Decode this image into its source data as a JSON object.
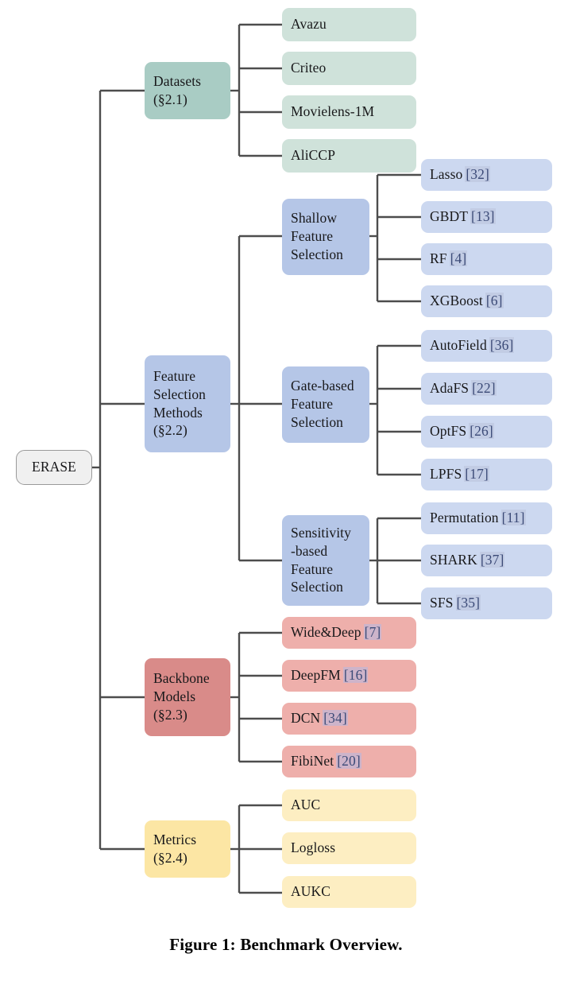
{
  "figure": {
    "caption": "Figure 1: Benchmark Overview.",
    "root": {
      "label": "ERASE"
    }
  },
  "colors": {
    "edge": "#4d4d4d",
    "root_fill": "#f0f0f0",
    "root_stroke": "#9a9a9a",
    "datasets_parent": "#a9ccc4",
    "datasets_leaf": "#cfe2da",
    "fsm_parent": "#b5c6e7",
    "fsm_leaf": "#ccd8f0",
    "backbone_parent": "#d98b89",
    "backbone_leaf": "#eeafab",
    "metrics_parent": "#fce6a4",
    "metrics_leaf": "#fdeec2",
    "citation_text": "#3b4a77",
    "citation_highlight": "#c2cce4"
  },
  "branches": {
    "datasets": {
      "label_line1": "Datasets",
      "label_line2": "(§2.1)",
      "leaves": [
        {
          "label": "Avazu"
        },
        {
          "label": "Criteo"
        },
        {
          "label": "Movielens-1M"
        },
        {
          "label": "AliCCP"
        }
      ]
    },
    "feature_selection": {
      "label_line1": "Feature",
      "label_line2": "Selection",
      "label_line3": "Methods",
      "label_line4": "(§2.2)",
      "groups": [
        {
          "label_line1": "Shallow",
          "label_line2": "Feature",
          "label_line3": "Selection",
          "leaves": [
            {
              "label": "Lasso",
              "cite": "[32]"
            },
            {
              "label": "GBDT",
              "cite": "[13]"
            },
            {
              "label": "RF",
              "cite": "[4]"
            },
            {
              "label": "XGBoost",
              "cite": "[6]"
            }
          ]
        },
        {
          "label_line1": "Gate-based",
          "label_line2": "Feature",
          "label_line3": "Selection",
          "leaves": [
            {
              "label": "AutoField",
              "cite": "[36]"
            },
            {
              "label": "AdaFS",
              "cite": "[22]"
            },
            {
              "label": "OptFS",
              "cite": "[26]"
            },
            {
              "label": "LPFS",
              "cite": "[17]"
            }
          ]
        },
        {
          "label_line1": "Sensitivity",
          "label_line2": "-based",
          "label_line3": "Feature",
          "label_line4": "Selection",
          "leaves": [
            {
              "label": "Permutation",
              "cite": "[11]"
            },
            {
              "label": "SHARK",
              "cite": "[37]"
            },
            {
              "label": "SFS",
              "cite": "[35]"
            }
          ]
        }
      ]
    },
    "backbone": {
      "label_line1": "Backbone",
      "label_line2": "Models",
      "label_line3": "(§2.3)",
      "leaves": [
        {
          "label": "Wide&Deep",
          "cite": "[7]"
        },
        {
          "label": "DeepFM",
          "cite": "[16]"
        },
        {
          "label": "DCN",
          "cite": "[34]"
        },
        {
          "label": "FibiNet",
          "cite": "[20]"
        }
      ]
    },
    "metrics": {
      "label_line1": "Metrics",
      "label_line2": "(§2.4)",
      "leaves": [
        {
          "label": "AUC"
        },
        {
          "label": "Logloss"
        },
        {
          "label": "AUKC"
        }
      ]
    }
  }
}
